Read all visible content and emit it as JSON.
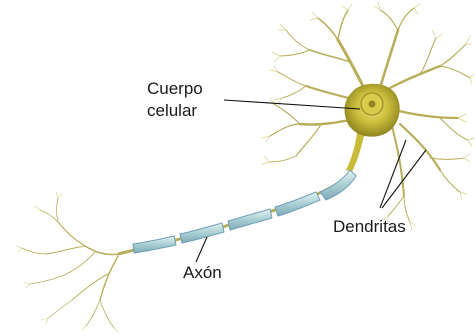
{
  "labels": {
    "cell_body_line1": "Cuerpo",
    "cell_body_line2": "celular",
    "dendrites": "Dendritas",
    "axon": "Axón"
  },
  "colors": {
    "dendrite": "#b8ad5a",
    "dendrite_light": "#d6cf8c",
    "soma": "#c9bb3a",
    "soma_dark": "#8f8420",
    "myelin": "#a9cfd2",
    "myelin_edge": "#6f9fb8",
    "leader": "#111111"
  }
}
